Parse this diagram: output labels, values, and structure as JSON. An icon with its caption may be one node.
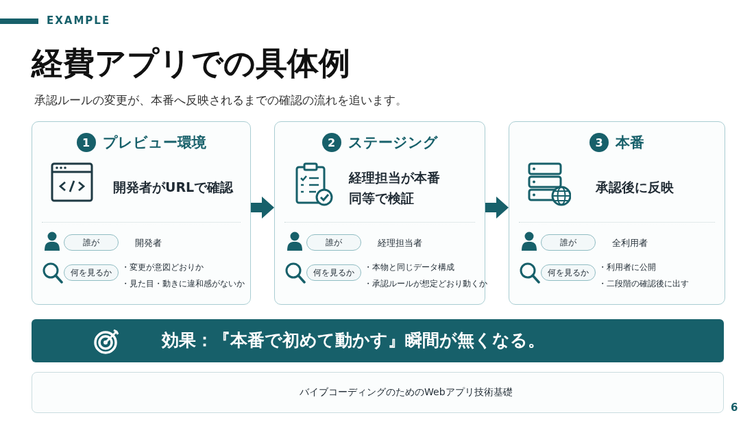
{
  "diagram": {
    "title": "経費アプリでの具体例",
    "nodes": [
      {
        "text": [
          "プレビュー環境",
          "開発者がURLで確認"
        ]
      },
      {
        "text": [
          "1"
        ],
        "in": 0
      },
      {
        "text": [
          "誰が"
        ],
        "in": 0,
        "beside": [
          "開発者"
        ]
      },
      {
        "text": [
          "何を見るか"
        ],
        "in": 0,
        "beside": [
          "・変更が意図どおりか",
          "・見た目・動きに違和感がないか"
        ]
      },
      {
        "text": [
          "ステージング",
          "経理担当が本番同等で検証"
        ]
      },
      {
        "text": [
          "2"
        ],
        "in": 4
      },
      {
        "text": [
          "誰が"
        ],
        "in": 4,
        "beside": [
          "経理担当者"
        ]
      },
      {
        "text": [
          "何を見るか"
        ],
        "in": 4,
        "beside": [
          "・本物と同じデータ構成",
          "・承認ルールが想定どおり動くか"
        ]
      },
      {
        "text": [
          "本番",
          "承認後に反映"
        ]
      },
      {
        "text": [
          "3"
        ],
        "in": 8
      },
      {
        "text": [
          "誰が"
        ],
        "in": 8,
        "beside": [
          "全利用者"
        ]
      },
      {
        "text": [
          "何を見るか"
        ],
        "in": 8,
        "beside": [
          "・利用者に公開",
          "・二段階の確認後に出す"
        ]
      },
      {
        "text": [
          "効果：『本番で初めて動かす』瞬間が無くなる。"
        ]
      },
      {
        "text": [
          "バイブコーディングのためのWebアプリ技術基礎"
        ]
      }
    ],
    "edges": [
      {
        "from": 0,
        "to": 4,
        "arrow": "to",
        "style": "thick"
      },
      {
        "from": 4,
        "to": 8,
        "arrow": "to",
        "style": "thick"
      }
    ],
    "labels": [
      "EXAMPLE",
      "承認ルールの変更が、本番へ反映されるまでの確認の流れを追います。",
      "6"
    ]
  }
}
